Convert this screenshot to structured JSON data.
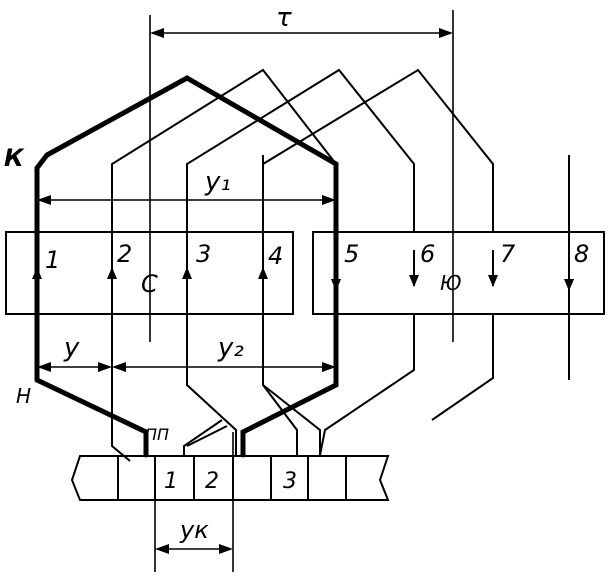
{
  "labels": {
    "tau": "τ",
    "k": "К",
    "n": "Н",
    "y1": "y₁",
    "y2": "y₂",
    "y": "y",
    "yk": "yк",
    "pp": "ПП",
    "pole_s": "С",
    "pole_n": "Ю"
  },
  "slots": [
    "1",
    "2",
    "3",
    "4",
    "5",
    "6",
    "7",
    "8"
  ],
  "commutator": [
    "1",
    "2",
    "3"
  ]
}
